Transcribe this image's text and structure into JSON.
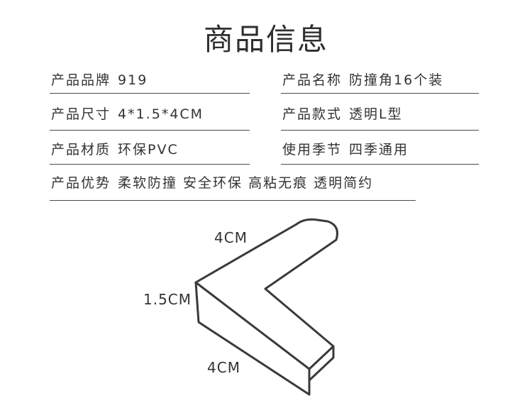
{
  "title": "商品信息",
  "specs": [
    {
      "label": "产品品牌",
      "value": "919"
    },
    {
      "label": "产品名称",
      "value": "防撞角16个装"
    },
    {
      "label": "产品尺寸",
      "value": "4*1.5*4CM"
    },
    {
      "label": "产品款式",
      "value": "透明L型"
    },
    {
      "label": "产品材质",
      "value": "环保PVC"
    },
    {
      "label": "使用季节",
      "value": "四季通用"
    },
    {
      "label": "产品优势",
      "value": "柔软防撞  安全环保  高粘无痕  透明简约"
    }
  ],
  "diagram": {
    "top_length": "4CM",
    "thickness": "1.5CM",
    "bottom_length": "4CM"
  }
}
